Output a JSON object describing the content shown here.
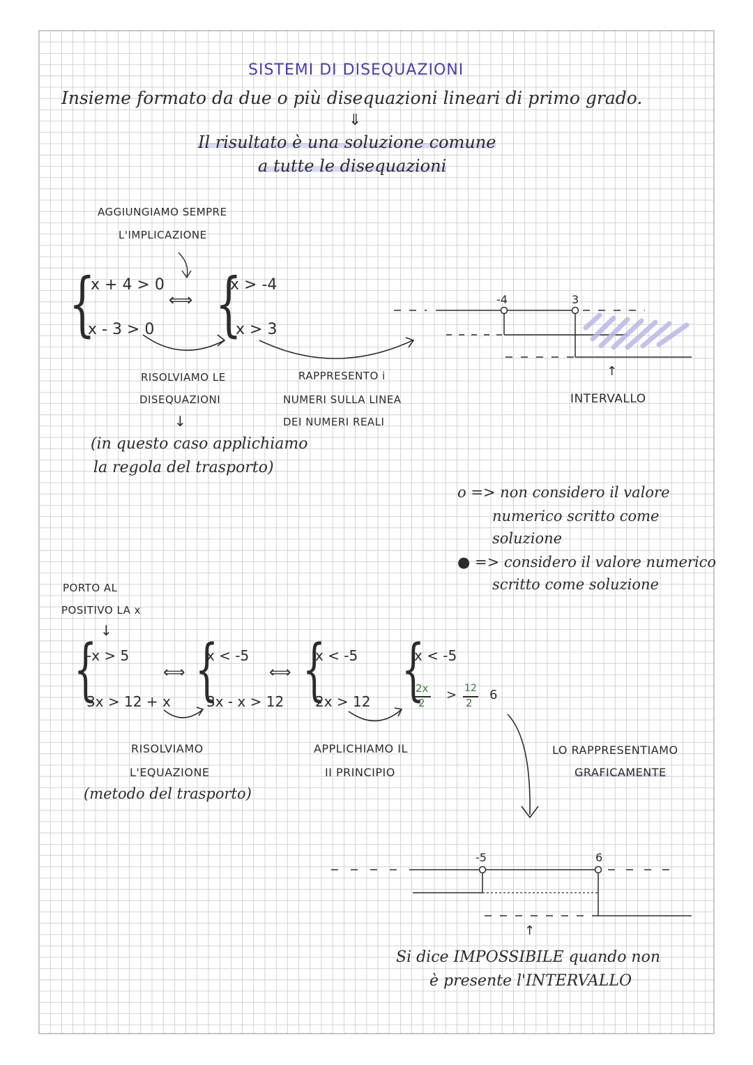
{
  "colors": {
    "title": "#4b3fa8",
    "grid": "#c9c9c9",
    "ink": "#2b2b2b",
    "highlight": "#a9a9e0",
    "hatch": "#b9b9e6",
    "check": "#3a7a3a"
  },
  "title": "SISTEMI DI DISEQUAZIONI",
  "intro": {
    "line1": "Insieme formato da due o più disequazioni lineari di primo grado.",
    "arrow": "⇓",
    "line2": "Il risultato è una soluzione comune",
    "line3": "a tutte le disequazioni"
  },
  "example1": {
    "note_top_1": "AGGIUNGIAMO SEMPRE",
    "note_top_2": "L'IMPLICAZIONE",
    "sys_a": [
      "x + 4 > 0",
      "x - 3 > 0"
    ],
    "implication": "⟺",
    "sys_b": [
      "x > -4",
      "x > 3"
    ],
    "label_solve_1": "RISOLVIAMO LE",
    "label_solve_2": "DISEQUAZIONI",
    "down_arrow": "↓",
    "paren_1": "(in questo caso applichiamo",
    "paren_2": "la regola del trasporto)",
    "label_repr_1": "RAPPRESENTO i",
    "label_repr_2": "NUMERI SULLA LINEA",
    "label_repr_3": "DEI NUMERI REALI",
    "tick_a": "-4",
    "tick_b": "3",
    "up_arrow": "↑",
    "interval_label": "INTERVALLO"
  },
  "legend": {
    "open_1": "o => non considero il valore",
    "open_2": "numerico scritto come",
    "open_3": "soluzione",
    "closed_1": "● => considero il valore numerico",
    "closed_2": "scritto come soluzione"
  },
  "example2": {
    "note_1": "PORTO AL",
    "note_2": "POSITIVO LA x",
    "down_arrow": "↓",
    "sys1": [
      "-x > 5",
      "3x > 12 + x"
    ],
    "sys2": [
      "x < -5",
      "3x - x > 12"
    ],
    "sys3": [
      "x < -5",
      "2x > 12"
    ],
    "sys4_top": "x < -5",
    "frac_num_l": "2x",
    "frac_den_l": "2",
    "gt": ">",
    "frac_num_r": "12",
    "frac_den_r": "2",
    "result": "6",
    "implication": "⟺",
    "label_solve_1": "RISOLVIAMO",
    "label_solve_2": "L'EQUAZIONE",
    "label_solve_3": "(metodo del trasporto)",
    "label_apply_1": "APPLICHIAMO IL",
    "label_apply_2": "II PRINCIPIO",
    "label_graph_1": "LO RAPPRESENTIAMO",
    "label_graph_2": "GRAFICAMENTE",
    "tick_a": "-5",
    "tick_b": "6",
    "up_arrow": "↑",
    "conclusion_1": "Si dice IMPOSSIBILE quando non",
    "conclusion_2": "è presente l'INTERVALLO"
  }
}
